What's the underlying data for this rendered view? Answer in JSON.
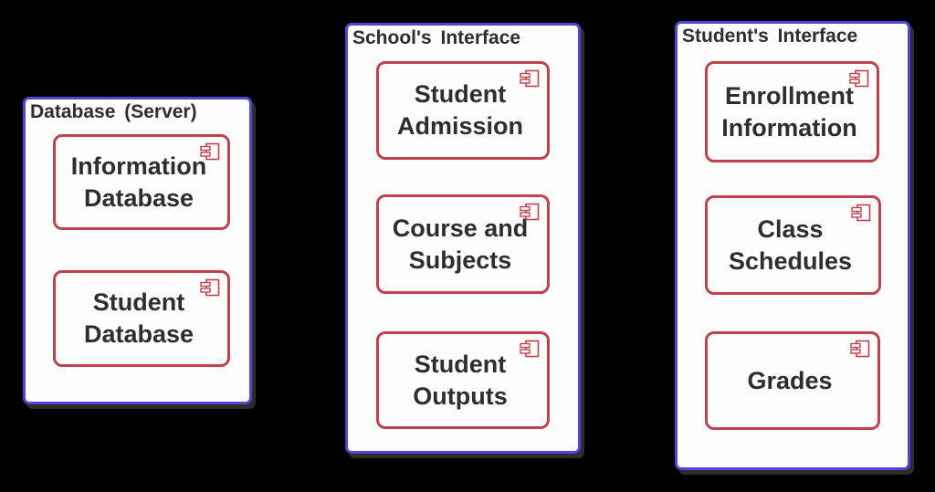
{
  "page": {
    "background": "#000000"
  },
  "colors": {
    "container_border": "#5046d5",
    "component_border": "#c2414c",
    "text": "#2e2e2e",
    "surface": "#fdfdfd",
    "shadow": "#2d2d2d"
  },
  "diagram": {
    "type": "uml-component-diagram",
    "containers": [
      {
        "title": "Database (Server)",
        "components": [
          {
            "icon": "uml-component-icon",
            "lines": [
              "Information",
              "Database"
            ]
          },
          {
            "icon": "uml-component-icon",
            "lines": [
              "Student",
              "Database"
            ]
          }
        ]
      },
      {
        "title": "School's Interface",
        "components": [
          {
            "icon": "uml-component-icon",
            "lines": [
              "Student",
              "Admission"
            ]
          },
          {
            "icon": "uml-component-icon",
            "lines": [
              "Course and",
              "Subjects"
            ]
          },
          {
            "icon": "uml-component-icon",
            "lines": [
              "Student",
              "Outputs"
            ]
          }
        ]
      },
      {
        "title": "Student's Interface",
        "components": [
          {
            "icon": "uml-component-icon",
            "lines": [
              "Enrollment",
              "Information"
            ]
          },
          {
            "icon": "uml-component-icon",
            "lines": [
              "Class",
              "Schedules"
            ]
          },
          {
            "icon": "uml-component-icon",
            "lines": [
              "Grades"
            ]
          }
        ]
      }
    ]
  }
}
